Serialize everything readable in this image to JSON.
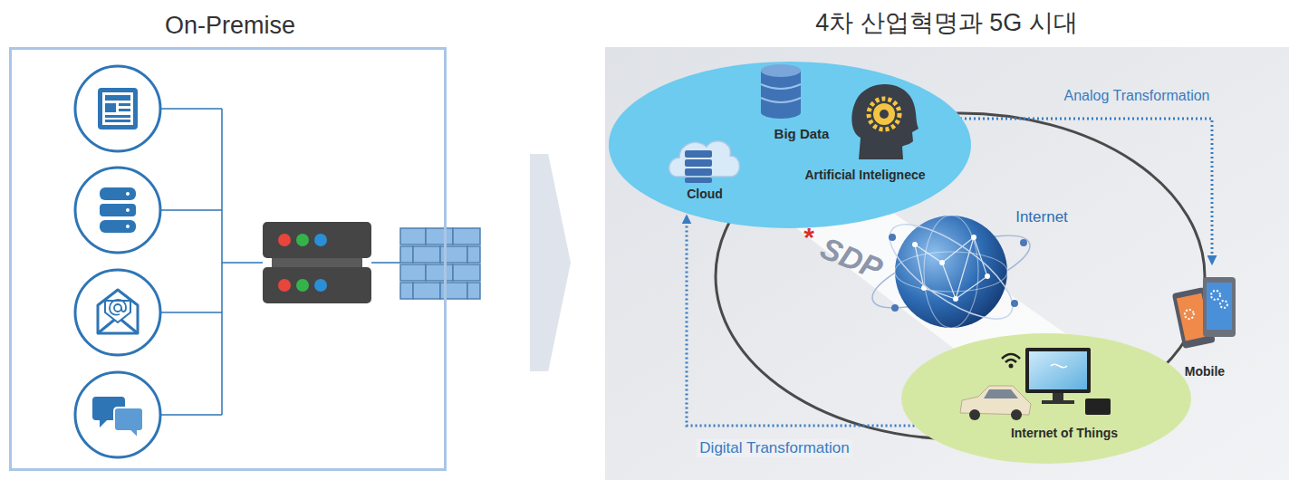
{
  "diagram": {
    "nodes": [
      {
        "text": [
          "On-Premise"
        ]
      },
      {
        "text": [
          "4차 산업혁명과 5G 시대"
        ]
      },
      {
        "text": [
          "Big Data",
          "Artificial Intelignece",
          "Cloud"
        ],
        "in": 1
      },
      {
        "text": [
          "Internet of Things"
        ],
        "in": 1
      }
    ],
    "edges": [
      {
        "from": 0,
        "to": 1,
        "arrow": "to"
      },
      {
        "from": 3,
        "to": 2,
        "arrow": "to",
        "label": "Digital Transformation"
      }
    ],
    "labels": [
      "Analog Transformation",
      "Internet",
      "*",
      "SDP",
      "Mobile"
    ]
  }
}
